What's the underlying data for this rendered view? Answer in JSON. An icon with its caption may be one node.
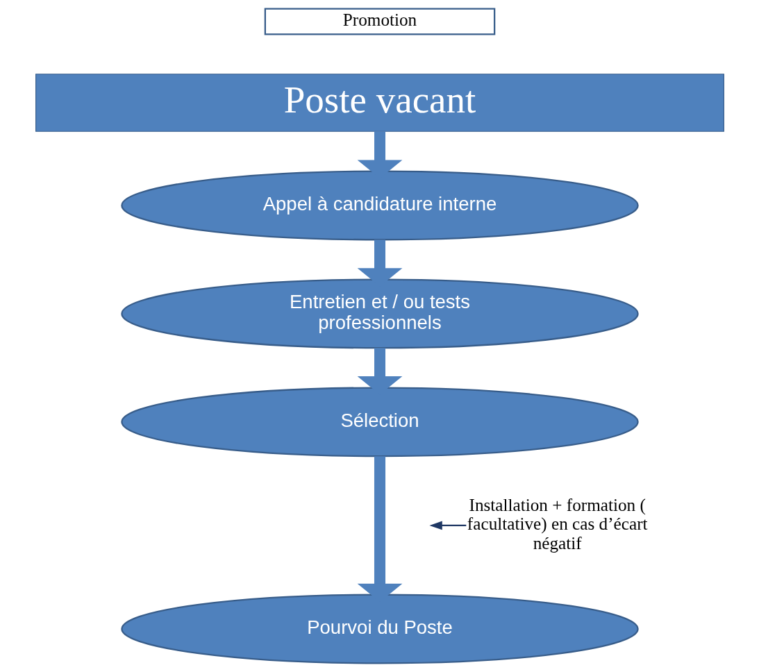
{
  "diagram": {
    "nodes": [
      {
        "text": [
          "Promotion"
        ]
      },
      {
        "text": [
          "Poste vacant"
        ]
      },
      {
        "text": [
          "Appel à candidature interne"
        ]
      },
      {
        "text": [
          "Entretien et / ou tests professionnels"
        ]
      },
      {
        "text": [
          "Sélection"
        ]
      },
      {
        "text": [
          "Pourvoi du Poste"
        ]
      },
      {
        "text": [
          "Installation + formation ( facultative) en cas d’écart négatif"
        ]
      }
    ],
    "edges": [
      {
        "from": 1,
        "to": 2,
        "arrow": "to"
      },
      {
        "from": 2,
        "to": 3,
        "arrow": "to"
      },
      {
        "from": 3,
        "to": 4,
        "arrow": "to"
      },
      {
        "from": 4,
        "to": 5,
        "arrow": "to"
      },
      {
        "from": 6,
        "to": null,
        "arrow": "to",
        "color": "#1f3864"
      }
    ]
  }
}
